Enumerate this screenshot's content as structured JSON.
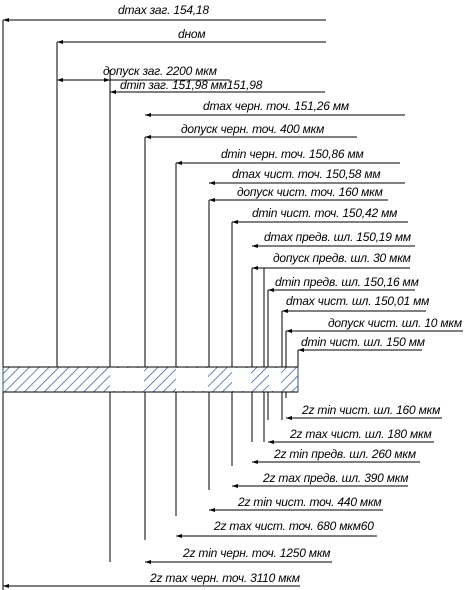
{
  "upper_labels": [
    {
      "key": "dmax_zag",
      "text": "dmax заг. 154,18"
    },
    {
      "key": "dnom",
      "text": "dном"
    },
    {
      "key": "dopusk_zag",
      "text": "допуск заг. 2200 мкм"
    },
    {
      "key": "dmin_zag",
      "text": "dmin заг. 151,98 мм151,98"
    },
    {
      "key": "dmax_chern",
      "text": "dmax черн. точ. 151,26 мм"
    },
    {
      "key": "dopusk_chern",
      "text": "допуск черн. точ. 400 мкм"
    },
    {
      "key": "dmin_chern",
      "text": "dmin черн. точ. 150,86 мм"
    },
    {
      "key": "dmax_chist_toch",
      "text": "dmax чист. точ. 150,58 мм"
    },
    {
      "key": "dopusk_chist_toch",
      "text": "допуск чист. точ. 160 мкм"
    },
    {
      "key": "dmin_chist_toch",
      "text": "dmin чист. точ. 150,42 мм"
    },
    {
      "key": "dmax_pred",
      "text": "dmax предв. шл. 150,19 мм"
    },
    {
      "key": "dopusk_pred",
      "text": "допуск предв. шл. 30 мкм"
    },
    {
      "key": "dmin_pred",
      "text": "dmin предв. шл. 150,16 мм"
    },
    {
      "key": "dmax_chist_shl",
      "text": "dmax чист. шл. 150,01 мм"
    },
    {
      "key": "dopusk_chist_shl",
      "text": "допуск чист. шл. 10 мкм"
    },
    {
      "key": "dmin_chist_shl",
      "text": "dmin чист. шл. 150 мм"
    }
  ],
  "lower_labels": [
    {
      "key": "2zmin_chist_shl",
      "text": "2z min чист. шл. 160 мкм"
    },
    {
      "key": "2zmax_chist_shl",
      "text": "2z max чист. шл. 180 мкм"
    },
    {
      "key": "2zmin_pred",
      "text": "2z min предв. шл. 260 мкм"
    },
    {
      "key": "2zmax_pred",
      "text": "2z max предв. шл. 390 мкм"
    },
    {
      "key": "2zmin_chist_toch",
      "text": "2z min чист. точ. 440 мкм"
    },
    {
      "key": "2zmax_chist_toch",
      "text": "2z max чист. точ. 680 мкм60"
    },
    {
      "key": "2zmin_chern",
      "text": "2z min черн. точ. 1250 мкм"
    },
    {
      "key": "2zmax_chern",
      "text": "2z max черн. точ. 3110 мкм"
    }
  ],
  "colors": {
    "line": "#000000",
    "hatch": "#3050a0"
  }
}
